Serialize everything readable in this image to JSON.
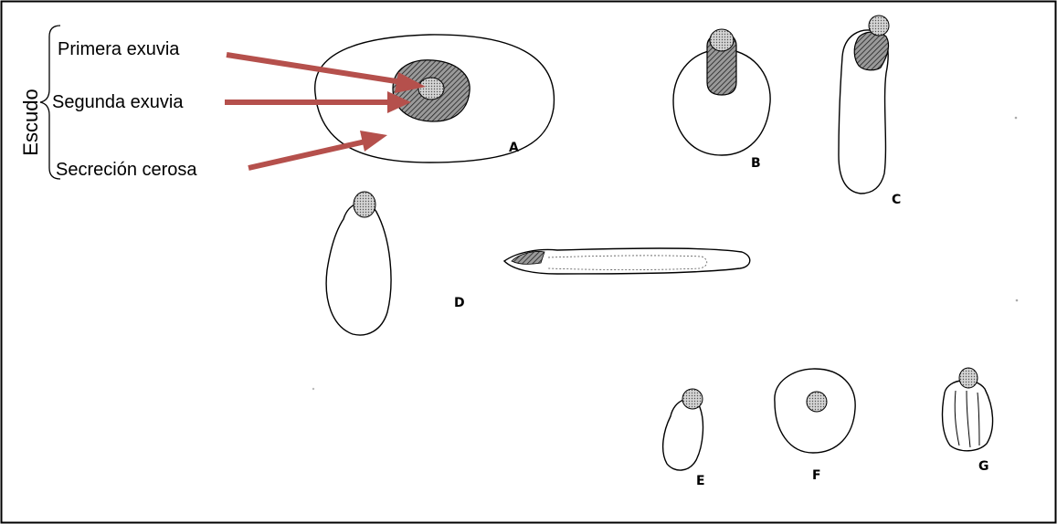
{
  "labels": {
    "group": "Escudo",
    "first": "Primera exuvia",
    "second": "Segunda exuvia",
    "wax": "Secreción cerosa"
  },
  "figure_letters": [
    "A",
    "B",
    "C",
    "D",
    "E",
    "F",
    "G"
  ],
  "colors": {
    "arrow": "#b5504c",
    "outline": "#000000",
    "border": "#000000"
  }
}
